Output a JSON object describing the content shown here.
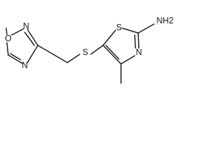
{
  "molecule": {
    "atoms": {
      "ring_oxygen": "O",
      "ring_nitrogen_top": "N",
      "ring_nitrogen_bottom": "N",
      "linker_sulfur": "S",
      "thiazole_sulfur": "S",
      "thiazole_nitrogen": "N",
      "amine": "NH2"
    }
  }
}
